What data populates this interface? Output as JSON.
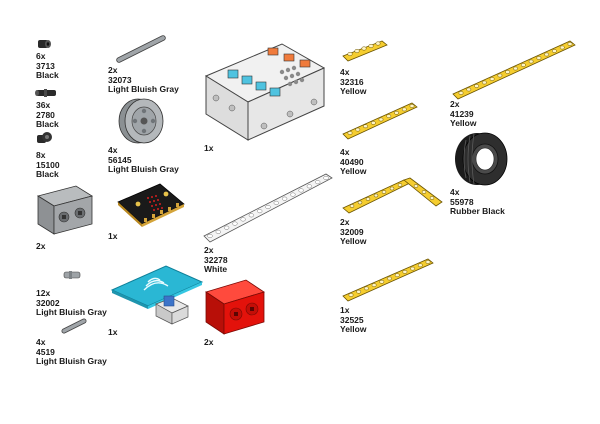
{
  "parts": {
    "p3713": {
      "qty": "6x",
      "id": "3713",
      "color": "Black"
    },
    "p2780": {
      "qty": "36x",
      "id": "2780",
      "color": "Black"
    },
    "p15100": {
      "qty": "8x",
      "id": "15100",
      "color": "Black"
    },
    "motor_gray": {
      "qty": "2x"
    },
    "p32073": {
      "qty": "2x",
      "id": "32073",
      "color": "Light Bluish Gray"
    },
    "p56145": {
      "qty": "4x",
      "id": "56145",
      "color": "Light Bluish Gray"
    },
    "microbit": {
      "qty": "1x"
    },
    "expansion_board": {
      "qty": "1x"
    },
    "p32278": {
      "qty": "2x",
      "id": "32278",
      "color": "White"
    },
    "p32316": {
      "qty": "4x",
      "id": "32316",
      "color": "Yellow"
    },
    "p40490": {
      "qty": "4x",
      "id": "40490",
      "color": "Yellow"
    },
    "p32009": {
      "qty": "2x",
      "id": "32009",
      "color": "Yellow"
    },
    "p32525": {
      "qty": "1x",
      "id": "32525",
      "color": "Yellow"
    },
    "p41239": {
      "qty": "2x",
      "id": "41239",
      "color": "Yellow"
    },
    "p55978": {
      "qty": "4x",
      "id": "55978",
      "color": "Rubber Black"
    },
    "p32002": {
      "qty": "12x",
      "id": "32002",
      "color": "Light Bluish Gray"
    },
    "p4519": {
      "qty": "4x",
      "id": "4519",
      "color": "Light Bluish Gray"
    },
    "nfc_card": {
      "qty": "1x"
    },
    "motor_red": {
      "qty": "2x"
    }
  },
  "colors": {
    "yellow": "#f5cd2f",
    "light_bluish_gray": "#a0a5a9",
    "black": "#1b1b1b",
    "red": "#e3120b",
    "cyan": "#5fd3e6",
    "white": "#f4f4f4"
  }
}
